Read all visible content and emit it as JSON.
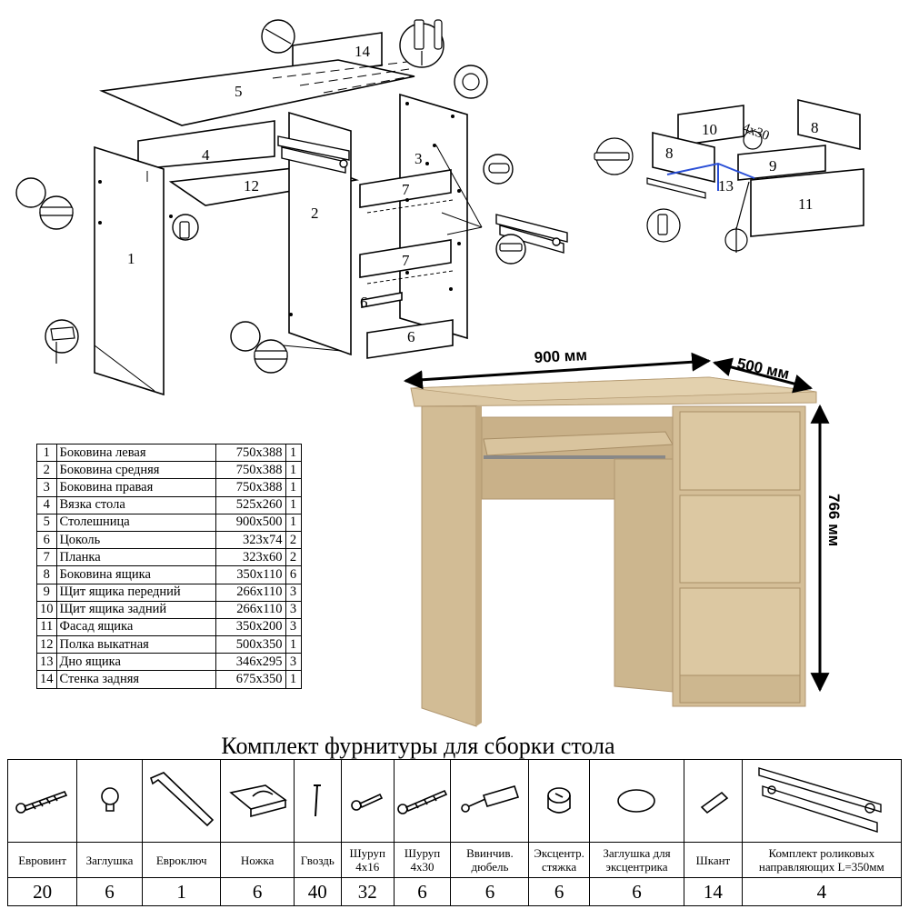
{
  "exploded": {
    "labels": [
      "1",
      "2",
      "3",
      "4",
      "5",
      "6",
      "6",
      "7",
      "7",
      "12",
      "14"
    ],
    "small": {
      "labels": [
        "10",
        "8",
        "8",
        "9",
        "11",
        "13"
      ],
      "screw_label": "4x30"
    }
  },
  "dimensions": {
    "width": "900 мм",
    "depth": "500 мм",
    "height": "766 мм"
  },
  "parts": [
    {
      "n": "1",
      "name": "Боковина левая",
      "size": "750х388",
      "qty": "1"
    },
    {
      "n": "2",
      "name": "Боковина средняя",
      "size": "750х388",
      "qty": "1"
    },
    {
      "n": "3",
      "name": "Боковина правая",
      "size": "750х388",
      "qty": "1"
    },
    {
      "n": "4",
      "name": "Вязка стола",
      "size": "525х260",
      "qty": "1"
    },
    {
      "n": "5",
      "name": "Столешница",
      "size": "900х500",
      "qty": "1"
    },
    {
      "n": "6",
      "name": "Цоколь",
      "size": "323х74",
      "qty": "2"
    },
    {
      "n": "7",
      "name": "Планка",
      "size": "323х60",
      "qty": "2"
    },
    {
      "n": "8",
      "name": "Боковина ящика",
      "size": "350х110",
      "qty": "6"
    },
    {
      "n": "9",
      "name": "Щит ящика передний",
      "size": "266х110",
      "qty": "3"
    },
    {
      "n": "10",
      "name": "Щит ящика задний",
      "size": "266х110",
      "qty": "3"
    },
    {
      "n": "11",
      "name": "Фасад ящика",
      "size": "350х200",
      "qty": "3"
    },
    {
      "n": "12",
      "name": "Полка выкатная",
      "size": "500х350",
      "qty": "1"
    },
    {
      "n": "13",
      "name": "Дно ящика",
      "size": "346х295",
      "qty": "3"
    },
    {
      "n": "14",
      "name": "Стенка задняя",
      "size": "675х350",
      "qty": "1"
    }
  ],
  "kit": {
    "title": "Комплект фурнитуры для сборки стола",
    "items": [
      {
        "icon": "eurovint-icon",
        "label1": "Евровинт",
        "label2": "",
        "qty": "20"
      },
      {
        "icon": "cap-icon",
        "label1": "Заглушка",
        "label2": "",
        "qty": "6"
      },
      {
        "icon": "hex-key-icon",
        "label1": "Евроключ",
        "label2": "",
        "qty": "1"
      },
      {
        "icon": "foot-icon",
        "label1": "Ножка",
        "label2": "",
        "qty": "6"
      },
      {
        "icon": "nail-icon",
        "label1": "Гвоздь",
        "label2": "",
        "qty": "40"
      },
      {
        "icon": "screw-4x16-icon",
        "label1": "Шуруп",
        "label2": "4х16",
        "qty": "32"
      },
      {
        "icon": "screw-4x30-icon",
        "label1": "Шуруп",
        "label2": "4х30",
        "qty": "6"
      },
      {
        "icon": "dowel-screw-icon",
        "label1": "Ввинчив.",
        "label2": "дюбель",
        "qty": "6"
      },
      {
        "icon": "cam-lock-icon",
        "label1": "Эксцентр.",
        "label2": "стяжка",
        "qty": "6"
      },
      {
        "icon": "cam-cap-icon",
        "label1": "Заглушка для",
        "label2": "эксцентрика",
        "qty": "6"
      },
      {
        "icon": "wood-dowel-icon",
        "label1": "Шкант",
        "label2": "",
        "qty": "14"
      },
      {
        "icon": "roller-slide-icon",
        "label1": "Комплект роликовых",
        "label2": "направляющих L=350мм",
        "qty": "4"
      }
    ]
  },
  "colors": {
    "wood": "#d8c4a0",
    "wood_dark": "#c7b08a",
    "slide_highlight": "#2a4fd6"
  }
}
